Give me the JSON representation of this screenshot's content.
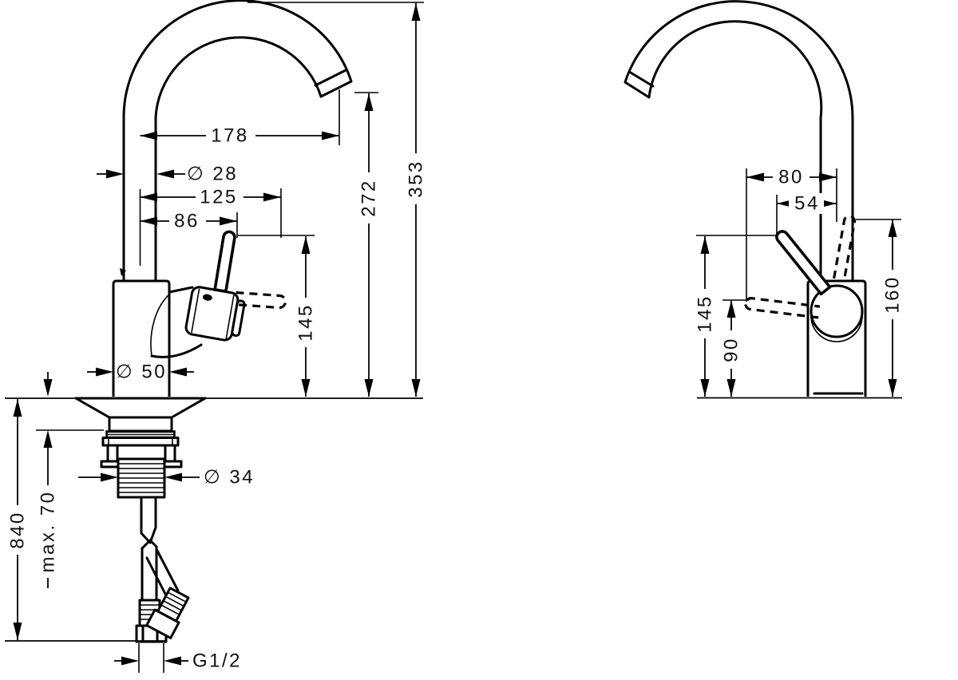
{
  "drawing": {
    "type": "technical-dimension-drawing",
    "product": "single-lever mixer tap, two orthographic views",
    "line_color": "#000000",
    "background": "#ffffff",
    "front_view": {
      "dims": {
        "reach": "178",
        "spout_dia": "∅ 28",
        "lever_reach_open": "125",
        "lever_reach": "86",
        "outlet_height": "272",
        "total_height": "353",
        "lever_height": "145",
        "body_dia": "∅ 50",
        "shank_dia": "∅ 34",
        "max_thickness": "max. 70",
        "hose_length": "840",
        "thread": "G1/2"
      }
    },
    "side_view": {
      "dims": {
        "offset_80": "80",
        "offset_54": "54",
        "lever_height": "145",
        "lever_base_height": "90",
        "handle_top_height": "160"
      }
    }
  }
}
